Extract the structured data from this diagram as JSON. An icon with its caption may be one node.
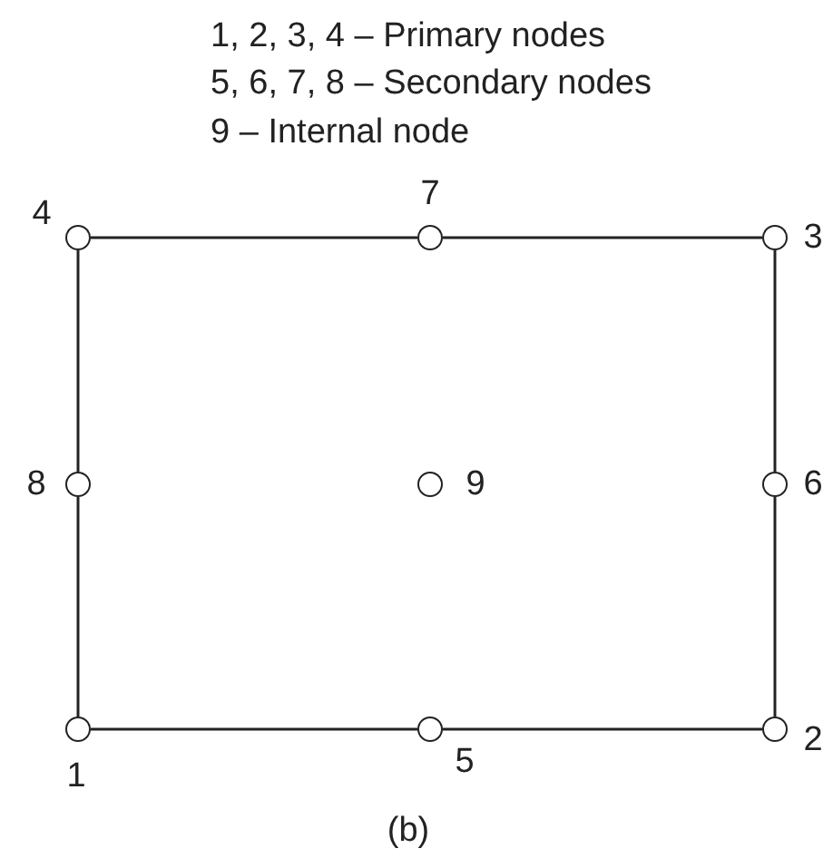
{
  "diagram": {
    "caption": "(b)",
    "nodes": [
      {
        "text": [],
        "shape": "circle",
        "beside": [
          "4"
        ]
      },
      {
        "text": [],
        "shape": "circle",
        "beside": [
          "7"
        ]
      },
      {
        "text": [],
        "shape": "circle",
        "beside": [
          "3"
        ]
      },
      {
        "text": [],
        "shape": "circle",
        "beside": [
          "8"
        ]
      },
      {
        "text": [],
        "shape": "circle",
        "beside": [
          "9"
        ]
      },
      {
        "text": [],
        "shape": "circle",
        "beside": [
          "6"
        ]
      },
      {
        "text": [],
        "shape": "circle",
        "beside": [
          "1"
        ]
      },
      {
        "text": [],
        "shape": "circle",
        "beside": [
          "5"
        ]
      },
      {
        "text": [],
        "shape": "circle",
        "beside": [
          "2"
        ]
      }
    ],
    "edges": [
      {
        "from": 0,
        "to": 1,
        "arrow": "none"
      },
      {
        "from": 1,
        "to": 2,
        "arrow": "none"
      },
      {
        "from": 2,
        "to": 5,
        "arrow": "none"
      },
      {
        "from": 5,
        "to": 8,
        "arrow": "none"
      },
      {
        "from": 8,
        "to": 7,
        "arrow": "none"
      },
      {
        "from": 7,
        "to": 6,
        "arrow": "none"
      },
      {
        "from": 6,
        "to": 3,
        "arrow": "none"
      },
      {
        "from": 3,
        "to": 0,
        "arrow": "none"
      }
    ],
    "labels": [
      "1, 2, 3, 4 – Primary nodes",
      "5, 6, 7, 8 – Secondary nodes",
      "9 – Internal node"
    ]
  }
}
